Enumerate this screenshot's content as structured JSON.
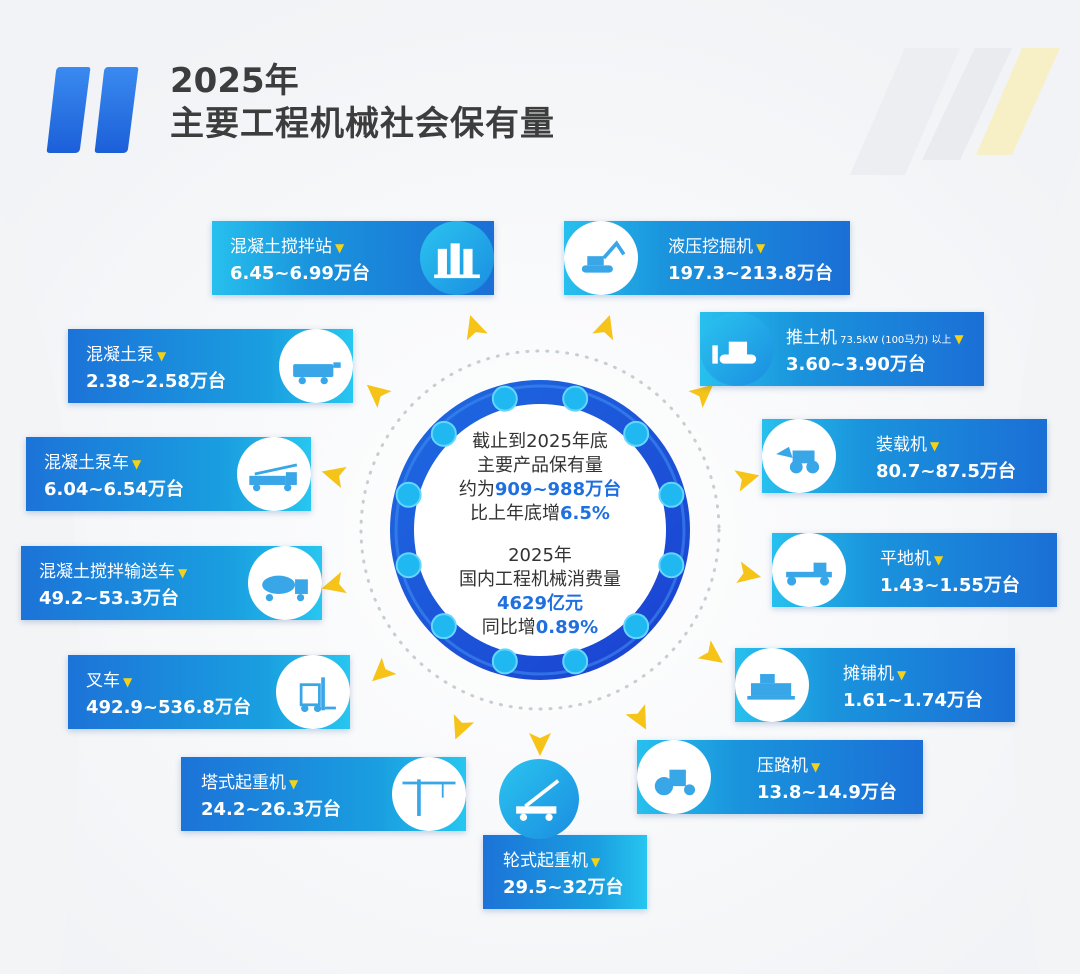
{
  "title": {
    "line1": "2025年",
    "line2": "主要工程机械社会保有量"
  },
  "center": {
    "l1": "截止到2025年底",
    "l2": "主要产品保有量",
    "l3_pre": "约为",
    "l3_hl": "909~988万台",
    "l4_pre": "比上年底增",
    "l4_hl": "6.5%",
    "l5": "2025年",
    "l6": "国内工程机械消费量",
    "l7_hl": "4629亿元",
    "l8_pre": "同比增",
    "l8_hl": "0.89%"
  },
  "colors": {
    "accent": "#1f6fe0",
    "card_blue": "#1c73d8",
    "card_cyan": "#27c6f0",
    "arrow_yellow": "#f6c419"
  },
  "machines": [
    {
      "name": "混凝土搅拌站",
      "value": "6.45~6.99万台",
      "icon": "batching-plant-icon"
    },
    {
      "name": "混凝土泵",
      "value": "2.38~2.58万台",
      "icon": "concrete-pump-icon"
    },
    {
      "name": "混凝土泵车",
      "value": "6.04~6.54万台",
      "icon": "pump-truck-icon"
    },
    {
      "name": "混凝土搅拌输送车",
      "value": "49.2~53.3万台",
      "icon": "mixer-truck-icon"
    },
    {
      "name": "叉车",
      "value": "492.9~536.8万台",
      "icon": "forklift-icon"
    },
    {
      "name": "塔式起重机",
      "value": "24.2~26.3万台",
      "icon": "tower-crane-icon"
    },
    {
      "name": "轮式起重机",
      "value": "29.5~32万台",
      "icon": "truck-crane-icon"
    },
    {
      "name": "压路机",
      "value": "13.8~14.9万台",
      "icon": "roller-icon"
    },
    {
      "name": "摊铺机",
      "value": "1.61~1.74万台",
      "icon": "paver-icon"
    },
    {
      "name": "平地机",
      "value": "1.43~1.55万台",
      "icon": "grader-icon"
    },
    {
      "name": "装载机",
      "value": "80.7~87.5万台",
      "icon": "loader-icon"
    },
    {
      "name": "推土机",
      "name_sub": "73.5kW (100马力) 以上",
      "value": "3.60~3.90万台",
      "icon": "bulldozer-icon"
    },
    {
      "name": "液压挖掘机",
      "value": "197.3~213.8万台",
      "icon": "excavator-icon"
    }
  ]
}
